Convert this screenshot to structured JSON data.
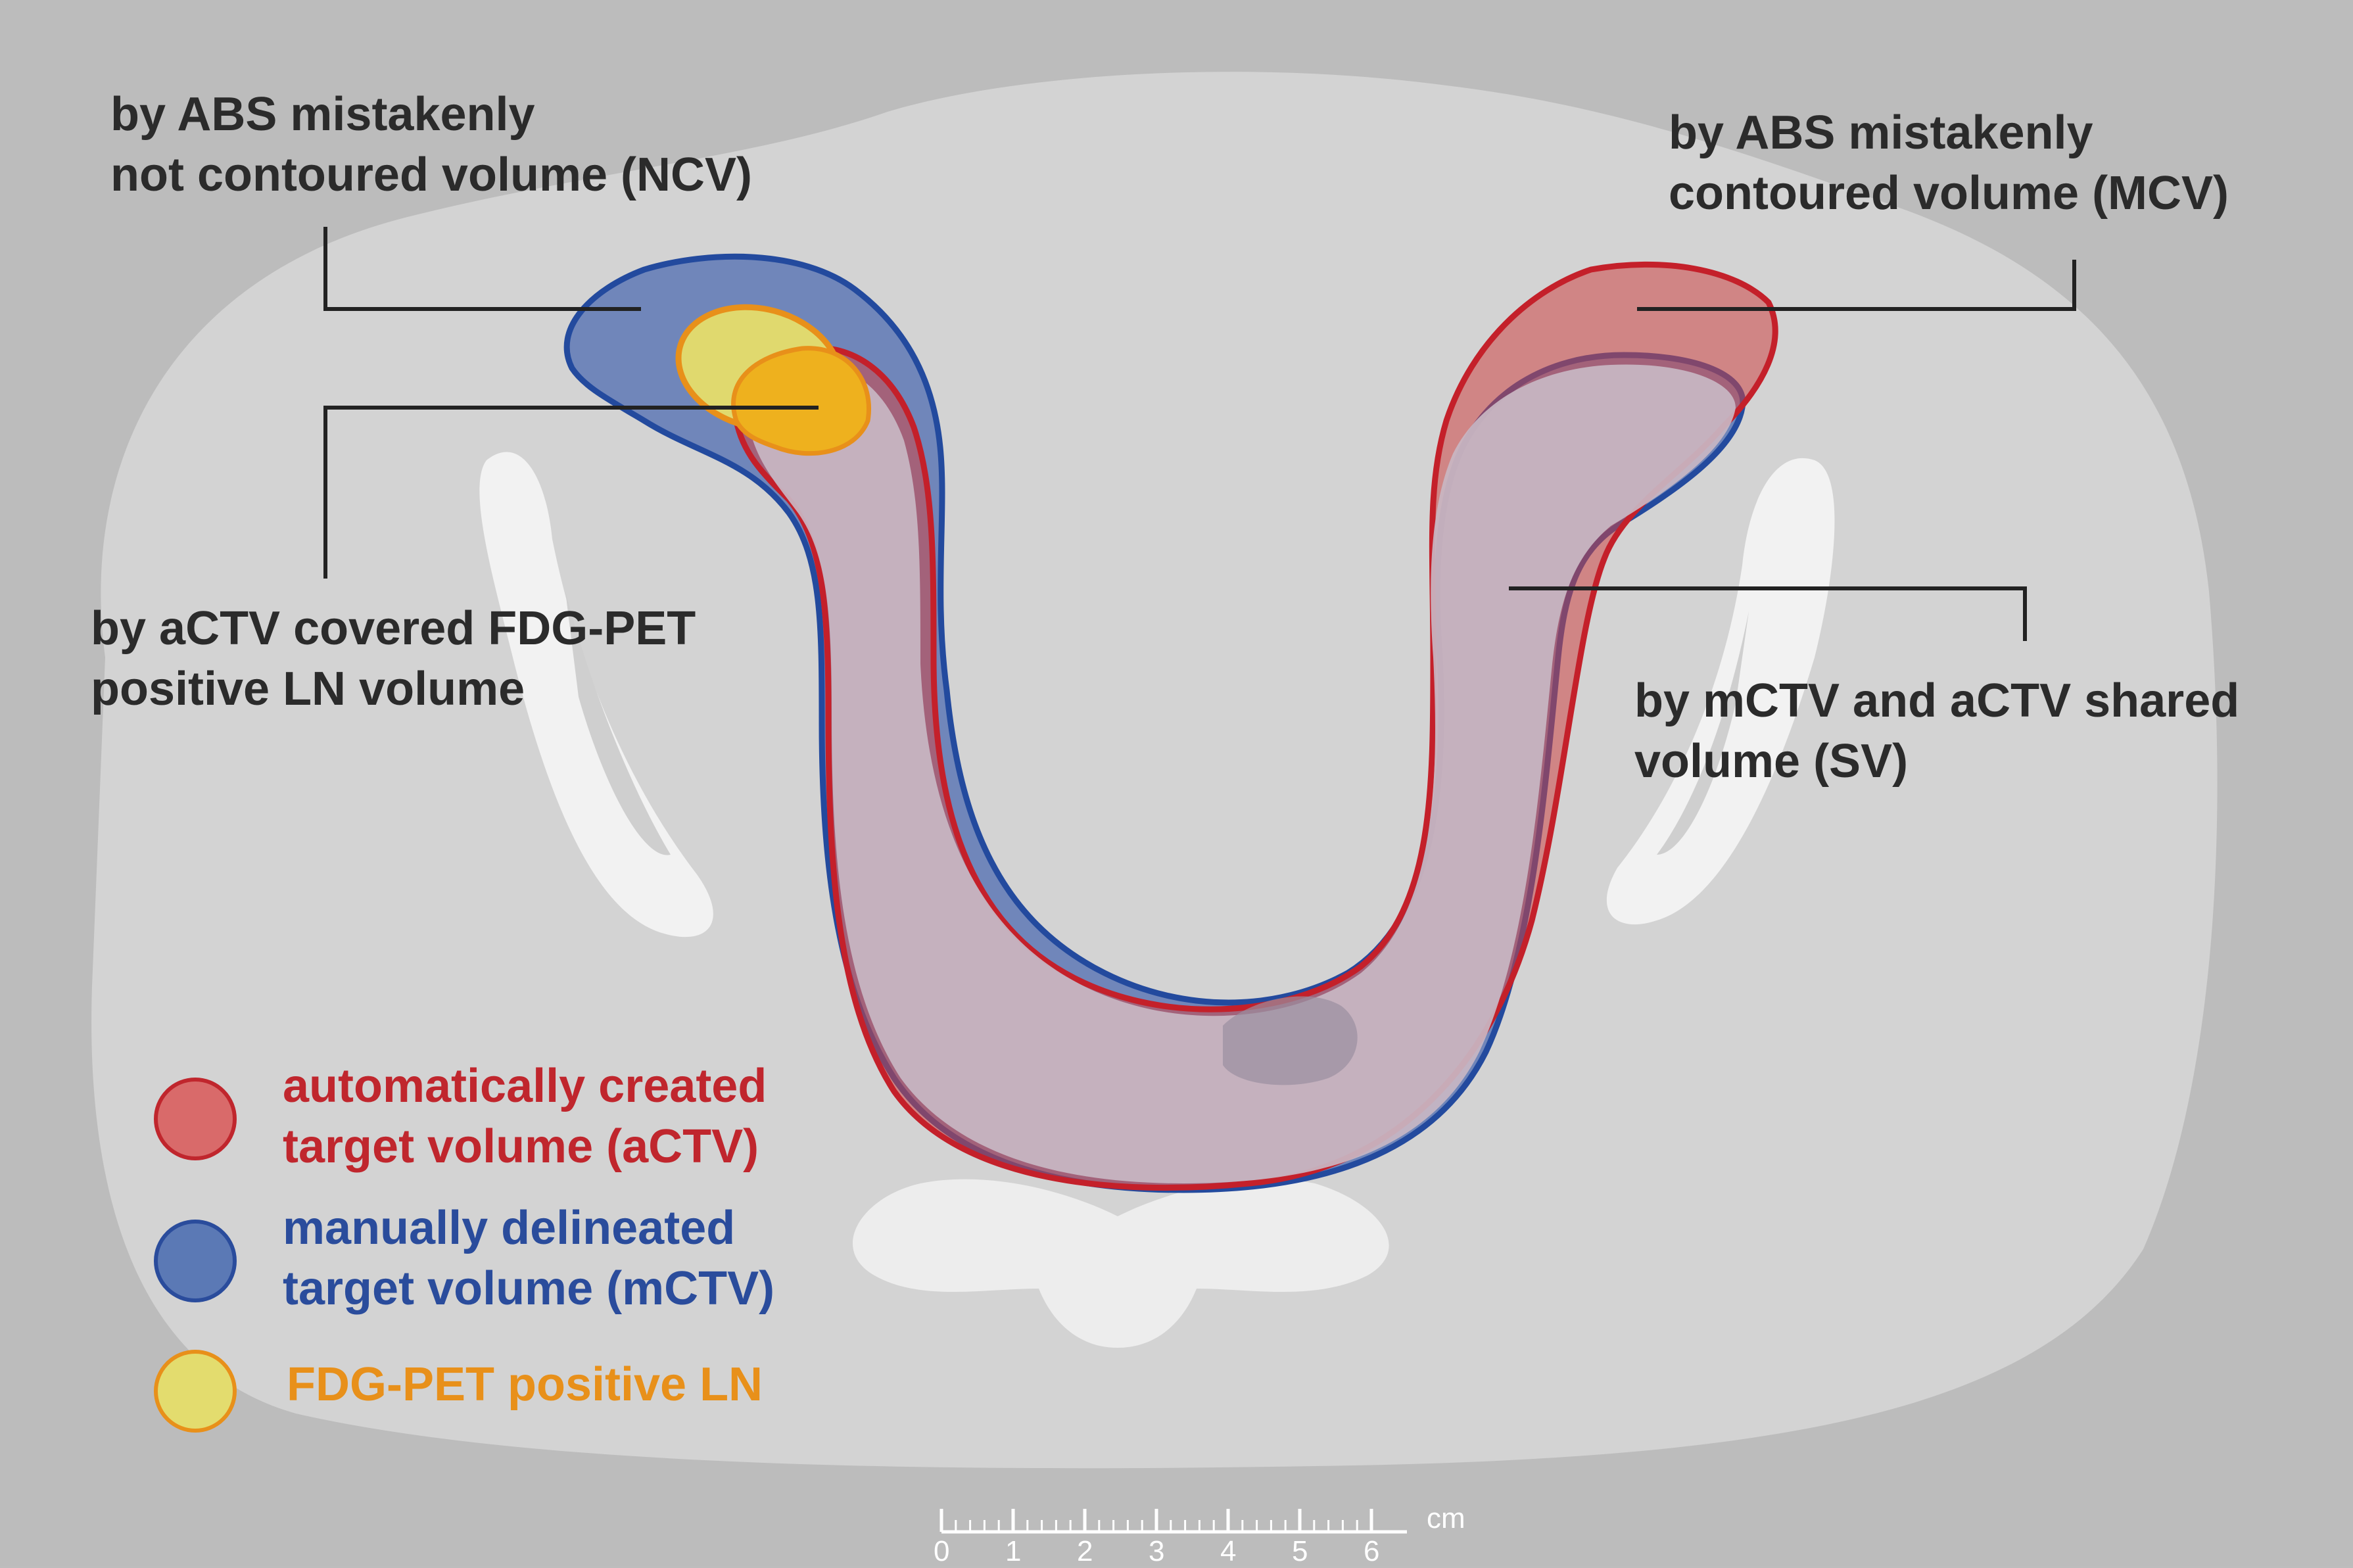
{
  "annotations": {
    "ncv": {
      "line1": "by ABS mistakenly",
      "line2": "not contoured volume (NCV)"
    },
    "mcv": {
      "line1": "by ABS mistakenly",
      "line2": "contoured volume (MCV)"
    },
    "ln": {
      "line1": "by aCTV covered FDG-PET",
      "line2": "positive LN volume"
    },
    "sv": {
      "line1": "by mCTV and aCTV shared",
      "line2": "volume (SV)"
    }
  },
  "legend": [
    {
      "line1": "automatically created",
      "line2": "target volume (aCTV)",
      "color": "#c0262d",
      "fill": "#d96a6a"
    },
    {
      "line1": "manually delineated",
      "line2": "target volume (mCTV)",
      "color": "#2a4c9c",
      "fill": "#5b79b5"
    },
    {
      "line1": "FDG-PET positive LN",
      "line2": "",
      "color": "#e8901a",
      "fill": "#e3dc6e"
    }
  ],
  "scale_bar": {
    "unit": "cm",
    "ticks": [
      "0",
      "1",
      "2",
      "3",
      "4",
      "5",
      "6"
    ]
  }
}
